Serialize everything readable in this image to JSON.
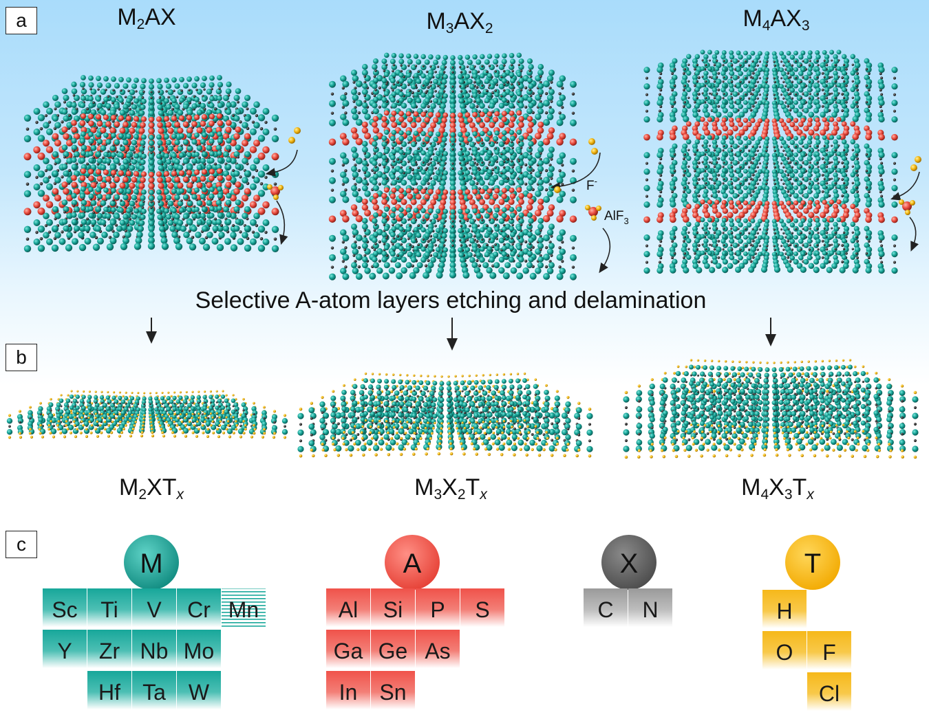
{
  "panels": {
    "a": "a",
    "b": "b",
    "c": "c"
  },
  "max_formulas": [
    "M2AX",
    "M3AX2",
    "M4AX3"
  ],
  "mxene_formulas": [
    "M2XTx",
    "M3X2Tx",
    "M4X3Tx"
  ],
  "caption": "Selective A-atom layers etching and delamination",
  "reagents": {
    "fluoride": "F-",
    "product": "AlF3"
  },
  "colors": {
    "M": "#17a79a",
    "A": "#f0524a",
    "X": "#7a7a7a",
    "T": "#f6b81a"
  },
  "element_groups": [
    {
      "symbol": "M",
      "rows": [
        [
          "Sc",
          "Ti",
          "V",
          "Cr",
          "Mn"
        ],
        [
          "Y",
          "Zr",
          "Nb",
          "Mo"
        ],
        [
          "Hf",
          "Ta",
          "W"
        ]
      ]
    },
    {
      "symbol": "A",
      "rows": [
        [
          "Al",
          "Si",
          "P",
          "S"
        ],
        [
          "Ga",
          "Ge",
          "As"
        ],
        [
          "In",
          "Sn"
        ]
      ]
    },
    {
      "symbol": "X",
      "rows": [
        [
          "C",
          "N"
        ]
      ]
    },
    {
      "symbol": "T",
      "rows": [
        [
          "H"
        ],
        [
          "O",
          "F"
        ],
        [
          "Cl"
        ]
      ]
    }
  ]
}
